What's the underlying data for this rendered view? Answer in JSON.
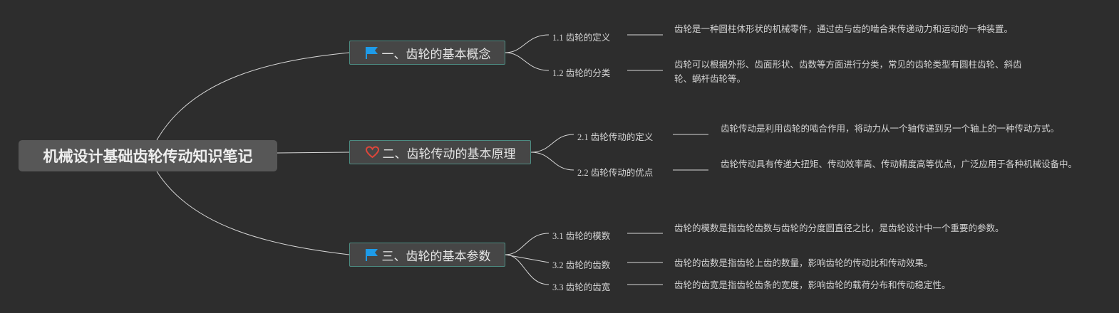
{
  "mindmap": {
    "root": "机械设计基础齿轮传动知识笔记",
    "topics": [
      {
        "label": "一、齿轮的基本概念",
        "icon": "flag-icon",
        "icon_color": "#1e9be8",
        "children": [
          {
            "label": "1.1 齿轮的定义",
            "note": "齿轮是一种圆柱体形状的机械零件，通过齿与齿的啮合来传递动力和运动的一种装置。"
          },
          {
            "label": "1.2 齿轮的分类",
            "note": "齿轮可以根据外形、齿面形状、齿数等方面进行分类，常见的齿轮类型有圆柱齿轮、斜齿轮、蜗杆齿轮等。"
          }
        ]
      },
      {
        "label": "二、齿轮传动的基本原理",
        "icon": "heart-icon",
        "icon_color": "#e0463a",
        "children": [
          {
            "label": "2.1 齿轮传动的定义",
            "note": "齿轮传动是利用齿轮的啮合作用，将动力从一个轴传递到另一个轴上的一种传动方式。"
          },
          {
            "label": "2.2 齿轮传动的优点",
            "note": "齿轮传动具有传递大扭矩、传动效率高、传动精度高等优点，广泛应用于各种机械设备中。"
          }
        ]
      },
      {
        "label": "三、齿轮的基本参数",
        "icon": "flag-icon",
        "icon_color": "#1e9be8",
        "children": [
          {
            "label": "3.1 齿轮的模数",
            "note": "齿轮的模数是指齿轮齿数与齿轮的分度圆直径之比，是齿轮设计中一个重要的参数。"
          },
          {
            "label": "3.2 齿轮的齿数",
            "note": "齿轮的齿数是指齿轮上齿的数量，影响齿轮的传动比和传动效果。"
          },
          {
            "label": "3.3 齿轮的齿宽",
            "note": "齿轮的齿宽是指齿轮齿条的宽度，影响齿轮的载荷分布和传动稳定性。"
          }
        ]
      }
    ]
  },
  "colors": {
    "background": "#2d2d2d",
    "root_fill": "#575757",
    "topic_fill": "#464646",
    "topic_border": "#4d8c82",
    "line": "#d8d8d8"
  }
}
